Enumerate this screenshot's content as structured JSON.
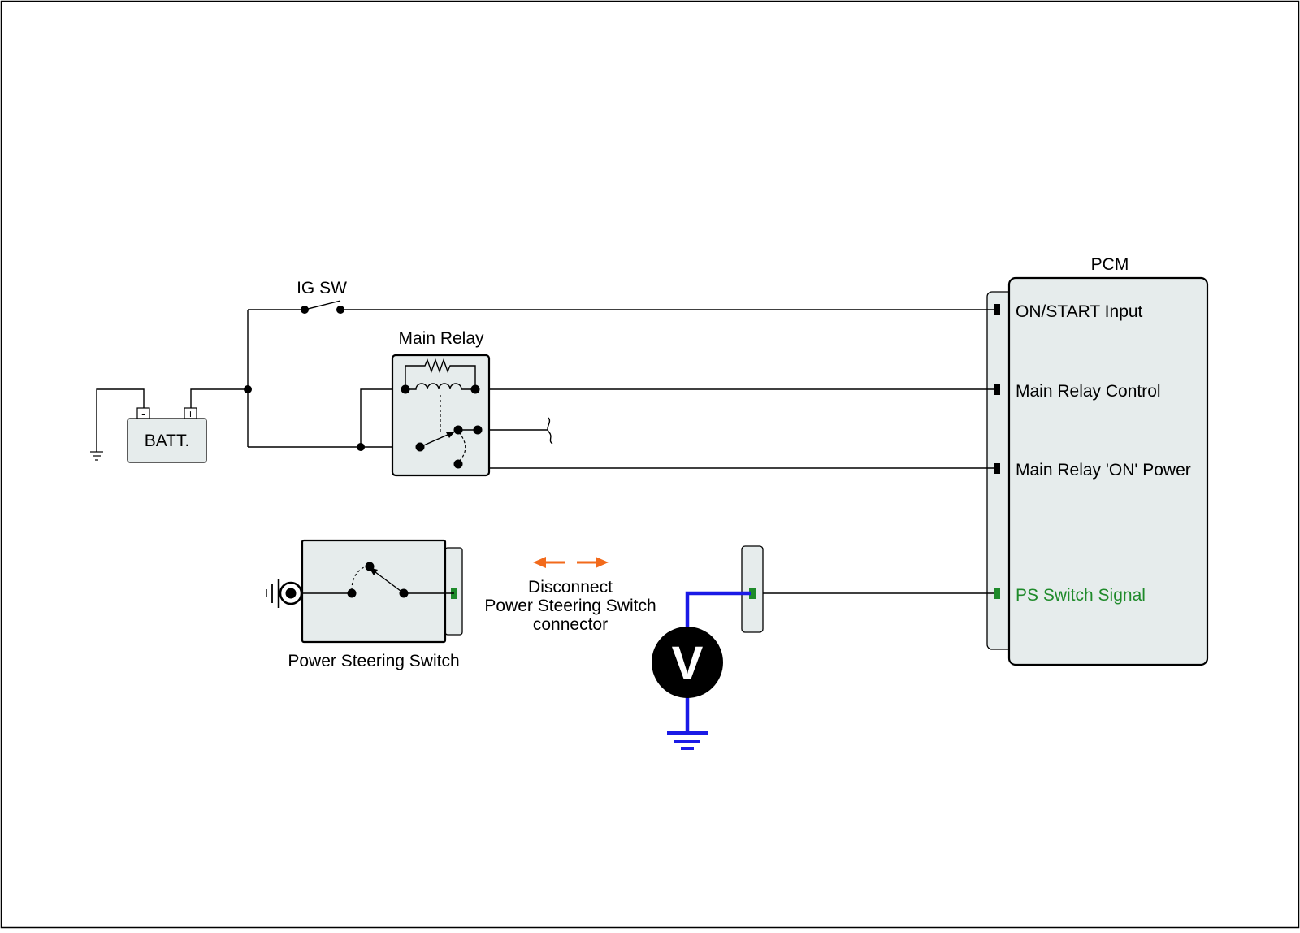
{
  "diagram": {
    "labels": {
      "ig_sw": "IG SW",
      "battery": "BATT.",
      "battery_neg": "-",
      "battery_pos": "+",
      "main_relay": "Main Relay",
      "pcm": "PCM",
      "power_steering_switch": "Power Steering Switch",
      "disconnect_line1": "Disconnect",
      "disconnect_line2": "Power Steering Switch",
      "disconnect_line3": "connector",
      "voltmeter": "V"
    },
    "pcm_pins": [
      {
        "label": "ON/START Input",
        "color": "#000000"
      },
      {
        "label": "Main Relay Control",
        "color": "#000000"
      },
      {
        "label": "Main Relay 'ON' Power",
        "color": "#000000"
      },
      {
        "label": "PS Switch Signal",
        "color": "#1e8a2a"
      }
    ],
    "colors": {
      "component_fill": "#e6ecec",
      "wire": "#000000",
      "meter_lead": "#1a1ae6",
      "arrow": "#f26a1b",
      "signal_pin": "#1e8a2a"
    }
  }
}
